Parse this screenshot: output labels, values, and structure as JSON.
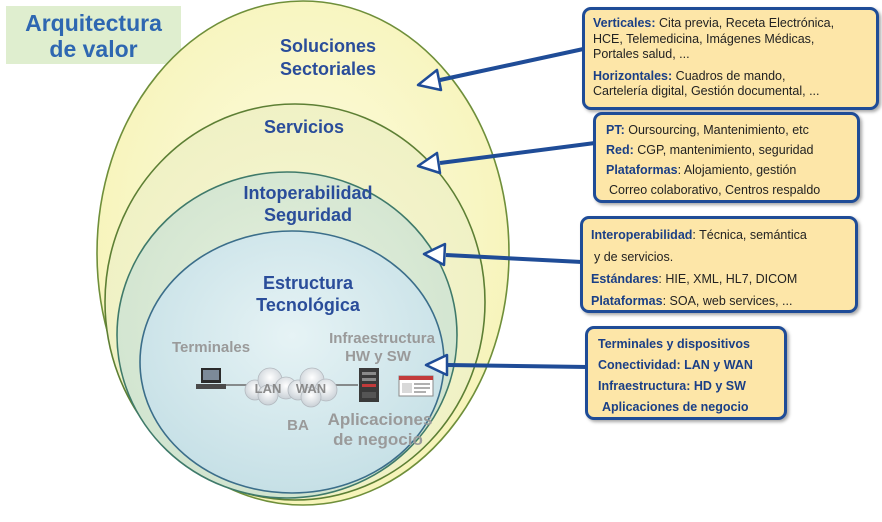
{
  "title": {
    "line1": "Arquitectura",
    "line2": "de valor"
  },
  "layers": {
    "soluciones": {
      "line1": "Soluciones",
      "line2": "Sectoriales"
    },
    "servicios": {
      "line1": "Servicios"
    },
    "interoperabilidad": {
      "line1": "Intoperabilidad",
      "line2": "Seguridad"
    },
    "estructura": {
      "line1": "Estructura",
      "line2": "Tecnológica"
    }
  },
  "inner": {
    "terminales": "Terminales",
    "infra_line1": "Infraestructura",
    "infra_line2": "HW y SW",
    "lan": "LAN",
    "wan": "WAN",
    "ba": "BA",
    "apps_line1": "Aplicaciones",
    "apps_line2": "de negocio"
  },
  "box1": {
    "r1_label": "Verticales:",
    "r1_text": " Cita previa, Receta Electrónica,",
    "r2_text": "HCE, Telemedicina, Imágenes Médicas,",
    "r3_text": "Portales salud, ...",
    "r4_label": "Horizontales:",
    "r4_text": " Cuadros de mando,",
    "r5_text": "Cartelería digital, Gestión documental, ..."
  },
  "box2": {
    "r1_label": "PT:",
    "r1_text": " Oursourcing, Mantenimiento, etc",
    "r2_label": "Red:",
    "r2_text": " CGP, mantenimiento, seguridad",
    "r3_label": "Plataformas",
    "r3_text": ": Alojamiento, gestión",
    "r4_text": "Correo colaborativo, Centros respaldo"
  },
  "box3": {
    "r1_label": "Interoperabilidad",
    "r1_text": ": Técnica, semántica",
    "r2_text": "y de servicios.",
    "r3_label": "Estándares",
    "r3_text": ": HIE, XML, HL7, DICOM",
    "r4_label": "Plataformas",
    "r4_text": ": SOA, web services, ..."
  },
  "box4": {
    "r1": "Terminales y dispositivos",
    "r2": "Conectividad: LAN y WAN",
    "r3": "Infraestructura: HD y SW",
    "r4": "Aplicaciones de negocio"
  },
  "colors": {
    "title_text": "#2e67b1",
    "title_bg": "#dfeecf",
    "layer_text": "#2a4d9a",
    "box_fill": "#fde6a8",
    "box_border": "#1f4c97",
    "arrow": "#1f4c97",
    "ellipse_outer": "#fbf9c8",
    "ellipse_core": "#d6ebef"
  }
}
